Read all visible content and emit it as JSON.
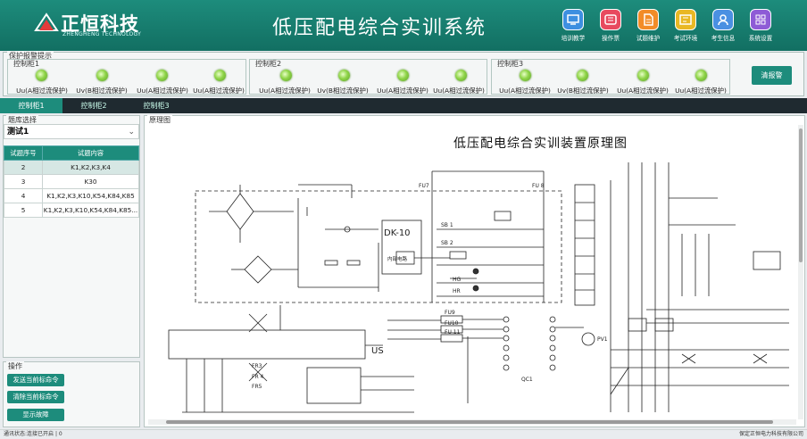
{
  "header": {
    "logo_cn": "正恒科技",
    "logo_en": "ZHENGHENG TECHNOLOGY",
    "title": "低压配电综合实训系统",
    "nav": [
      {
        "label": "培训教学",
        "icon": "monitor-icon",
        "color": "#3d8fe0"
      },
      {
        "label": "操作票",
        "icon": "ticket-icon",
        "color": "#e84a5f"
      },
      {
        "label": "试题维护",
        "icon": "document-icon",
        "color": "#f28c28"
      },
      {
        "label": "考试环境",
        "icon": "exam-icon",
        "color": "#e9b824"
      },
      {
        "label": "考生信息",
        "icon": "user-icon",
        "color": "#4a90e2"
      },
      {
        "label": "系统设置",
        "icon": "settings-grid-icon",
        "color": "#8e5bd6"
      }
    ]
  },
  "alarm": {
    "title": "保护报警提示",
    "cabinets": [
      {
        "title": "控制柜1",
        "labels": [
          "Uu(A相过流保护)",
          "Uv(B相过流保护)",
          "Uu(A相过流保护)",
          "Uu(A相过流保护)"
        ]
      },
      {
        "title": "控制柜2",
        "labels": [
          "Uu(A相过流保护)",
          "Uv(B相过流保护)",
          "Uu(A相过流保护)",
          "Uu(A相过流保护)"
        ]
      },
      {
        "title": "控制柜3",
        "labels": [
          "Uu(A相过流保护)",
          "Uv(B相过流保护)",
          "Uu(A相过流保护)",
          "Uu(A相过流保护)"
        ]
      }
    ],
    "clear_label": "清报警"
  },
  "tabs": [
    "控制柜1",
    "控制柜2",
    "控制柜3"
  ],
  "left": {
    "caption": "题库选择",
    "selected": "测试1",
    "columns": [
      "试题序号",
      "试题内容"
    ],
    "rows": [
      [
        "2",
        "K1,K2,K3,K4"
      ],
      [
        "3",
        "K30"
      ],
      [
        "4",
        "K1,K2,K3,K10,K54,K84,K85"
      ],
      [
        "5",
        "K1,K2,K3,K10,K54,K84,K85..."
      ]
    ]
  },
  "ops": {
    "caption": "操作",
    "send": "发送当前标命令",
    "clear": "清除当前标命令",
    "show": "显示故障"
  },
  "diagram": {
    "caption": "原理图",
    "title": "低压配电综合实训装置原理图",
    "box_label": "DK-10",
    "box_sub": "内部电路",
    "us_label": "US",
    "fu7": "FU7",
    "fu8": "FU 8",
    "fr3": "FR3",
    "fr4": "FR 4",
    "fr5": "FR5",
    "fu9": "FU9",
    "fu10": "FU10",
    "fu11": "FU 11",
    "hg": "HG",
    "hr": "HR",
    "sb1": "SB 1",
    "sb2": "SB 2",
    "pv1": "PV1",
    "qc1": "QC1"
  },
  "status": {
    "left": "通讯状态:连接已开启",
    "left_value": "0",
    "right": "保定正恒电力科技有限公司"
  }
}
